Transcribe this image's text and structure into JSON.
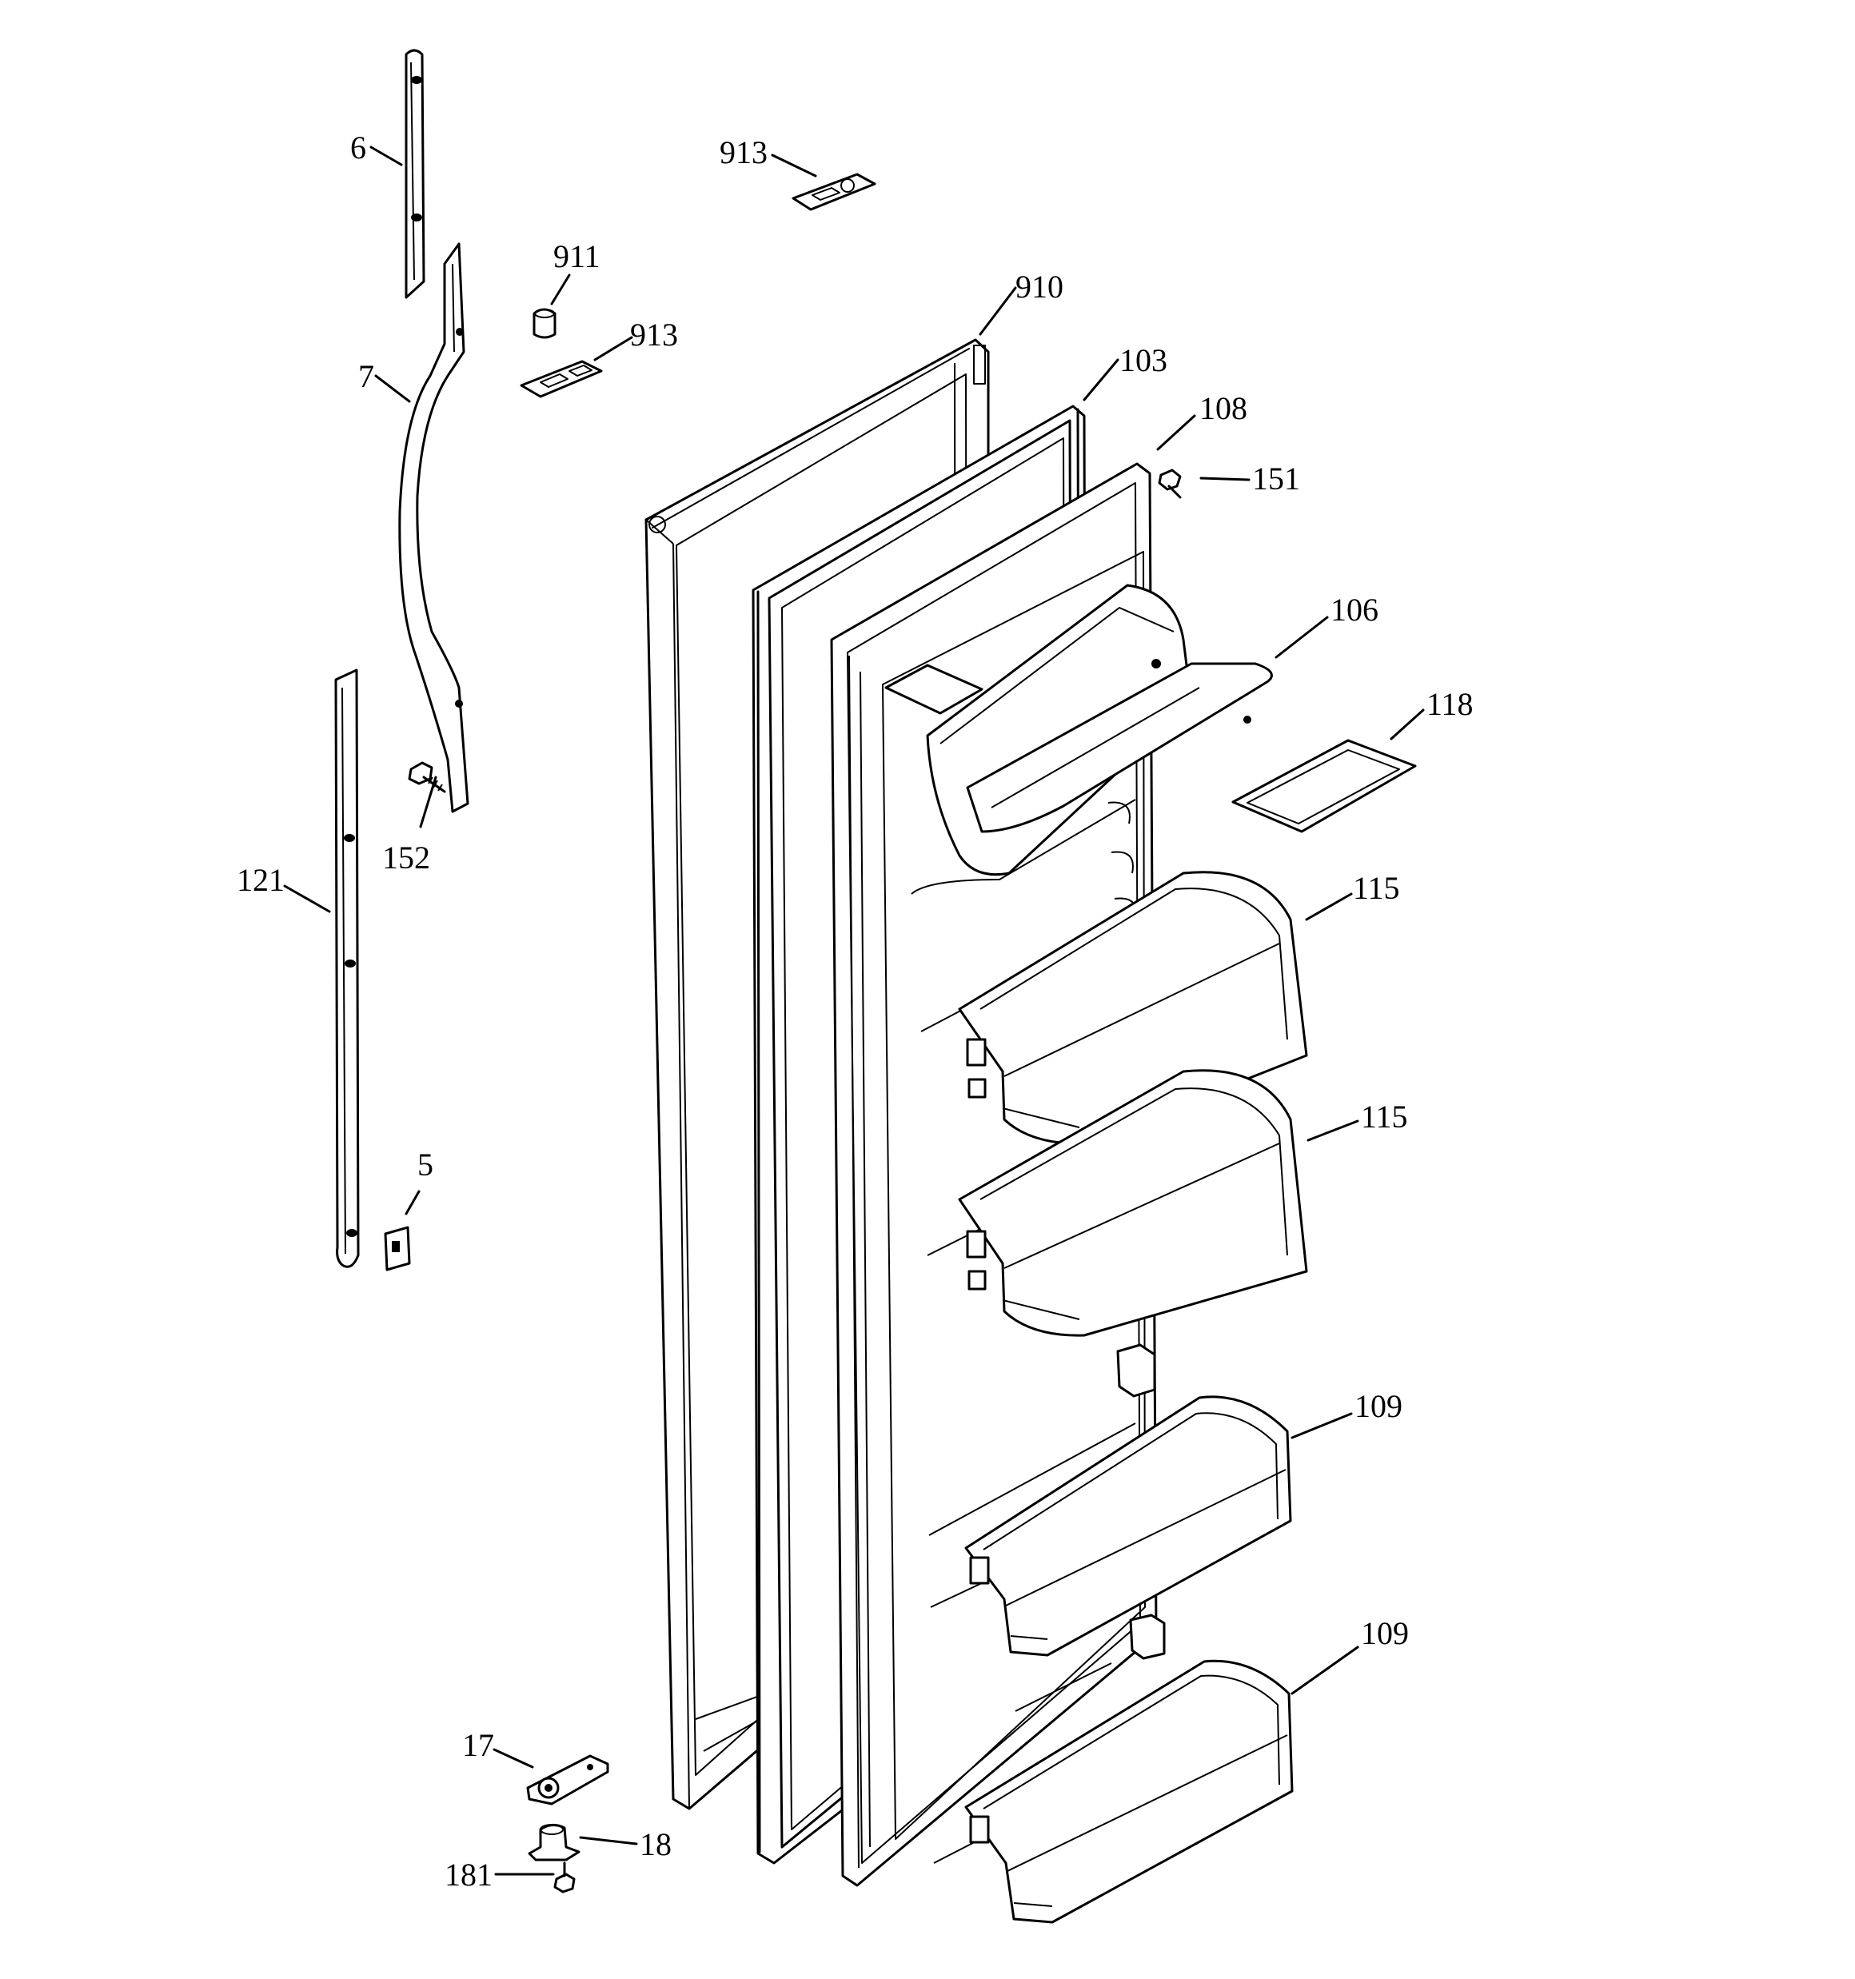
{
  "diagram": {
    "labels": {
      "p6": "6",
      "p7": "7",
      "p5": "5",
      "p121": "121",
      "p152": "152",
      "p913a": "913",
      "p911": "911",
      "p913b": "913",
      "p910": "910",
      "p103": "103",
      "p108": "108",
      "p151": "151",
      "p106": "106",
      "p118": "118",
      "p115a": "115",
      "p115b": "115",
      "p109a": "109",
      "p109b": "109",
      "p17": "17",
      "p18": "18",
      "p181": "181"
    }
  }
}
